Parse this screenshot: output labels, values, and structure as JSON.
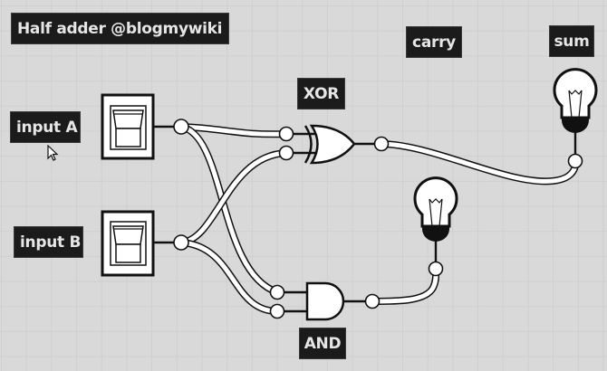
{
  "title": "Half adder @blogmywiki",
  "inputs": [
    {
      "label": "input A",
      "state": "off"
    },
    {
      "label": "input B",
      "state": "off"
    }
  ],
  "gates": [
    {
      "type": "XOR",
      "label": "XOR"
    },
    {
      "type": "AND",
      "label": "AND"
    }
  ],
  "outputs": [
    {
      "label": "carry",
      "lit": false
    },
    {
      "label": "sum",
      "lit": false
    }
  ],
  "colors": {
    "background": "#d9d9d9",
    "grid": "#cfcfcf",
    "label_bg": "#1b1b1b",
    "label_text": "#e6e6e6",
    "wire_outline": "#111111",
    "wire_fill": "#ffffff"
  }
}
